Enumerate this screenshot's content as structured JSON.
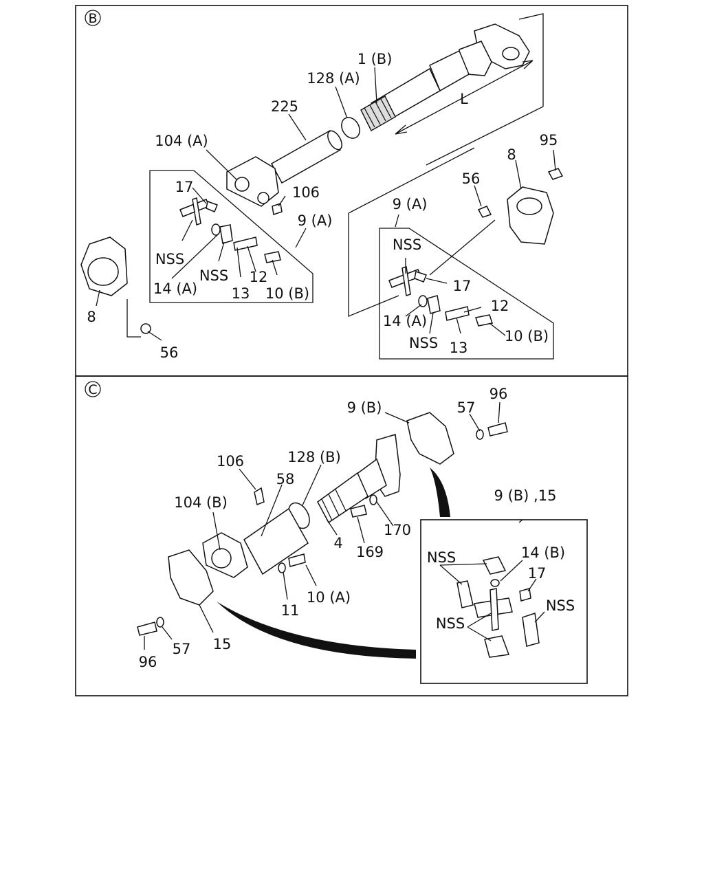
{
  "sections": [
    {
      "id": "B",
      "badge": "B",
      "labels": {
        "p1b": "1 (B)",
        "p128a": "128 (A)",
        "p225": "225",
        "p104a": "104 (A)",
        "p106": "106",
        "p9a_left": "9 (A)",
        "p17_left": "17",
        "nss_left1": "NSS",
        "nss_left2": "NSS",
        "p14a_left": "14 (A)",
        "p13_left": "13",
        "p12_left": "12",
        "p10b_left": "10 (B)",
        "p8_left": "8",
        "p56_left": "56",
        "pL": "L",
        "p95": "95",
        "p8_right": "8",
        "p56_right": "56",
        "p9a_right": "9 (A)",
        "nss_right1": "NSS",
        "p17_right": "17",
        "p14a_right": "14 (A)",
        "nss_right2": "NSS",
        "p12_right": "12",
        "p13_right": "13",
        "p10b_right": "10 (B)"
      }
    },
    {
      "id": "C",
      "badge": "C",
      "labels": {
        "p9b": "9 (B)",
        "p57_top": "57",
        "p96_top": "96",
        "p106": "106",
        "p128b": "128 (B)",
        "p58": "58",
        "p104b": "104 (B)",
        "p170": "170",
        "p4": "4",
        "p169": "169",
        "p10a": "10 (A)",
        "p11": "11",
        "p96_bottom": "96",
        "p57_bottom": "57",
        "p15": "15",
        "detail_title": "9 (B) ,15",
        "d_nss1": "NSS",
        "d_14b": "14 (B)",
        "d_17": "17",
        "d_nss2": "NSS",
        "d_nss3": "NSS"
      }
    }
  ]
}
